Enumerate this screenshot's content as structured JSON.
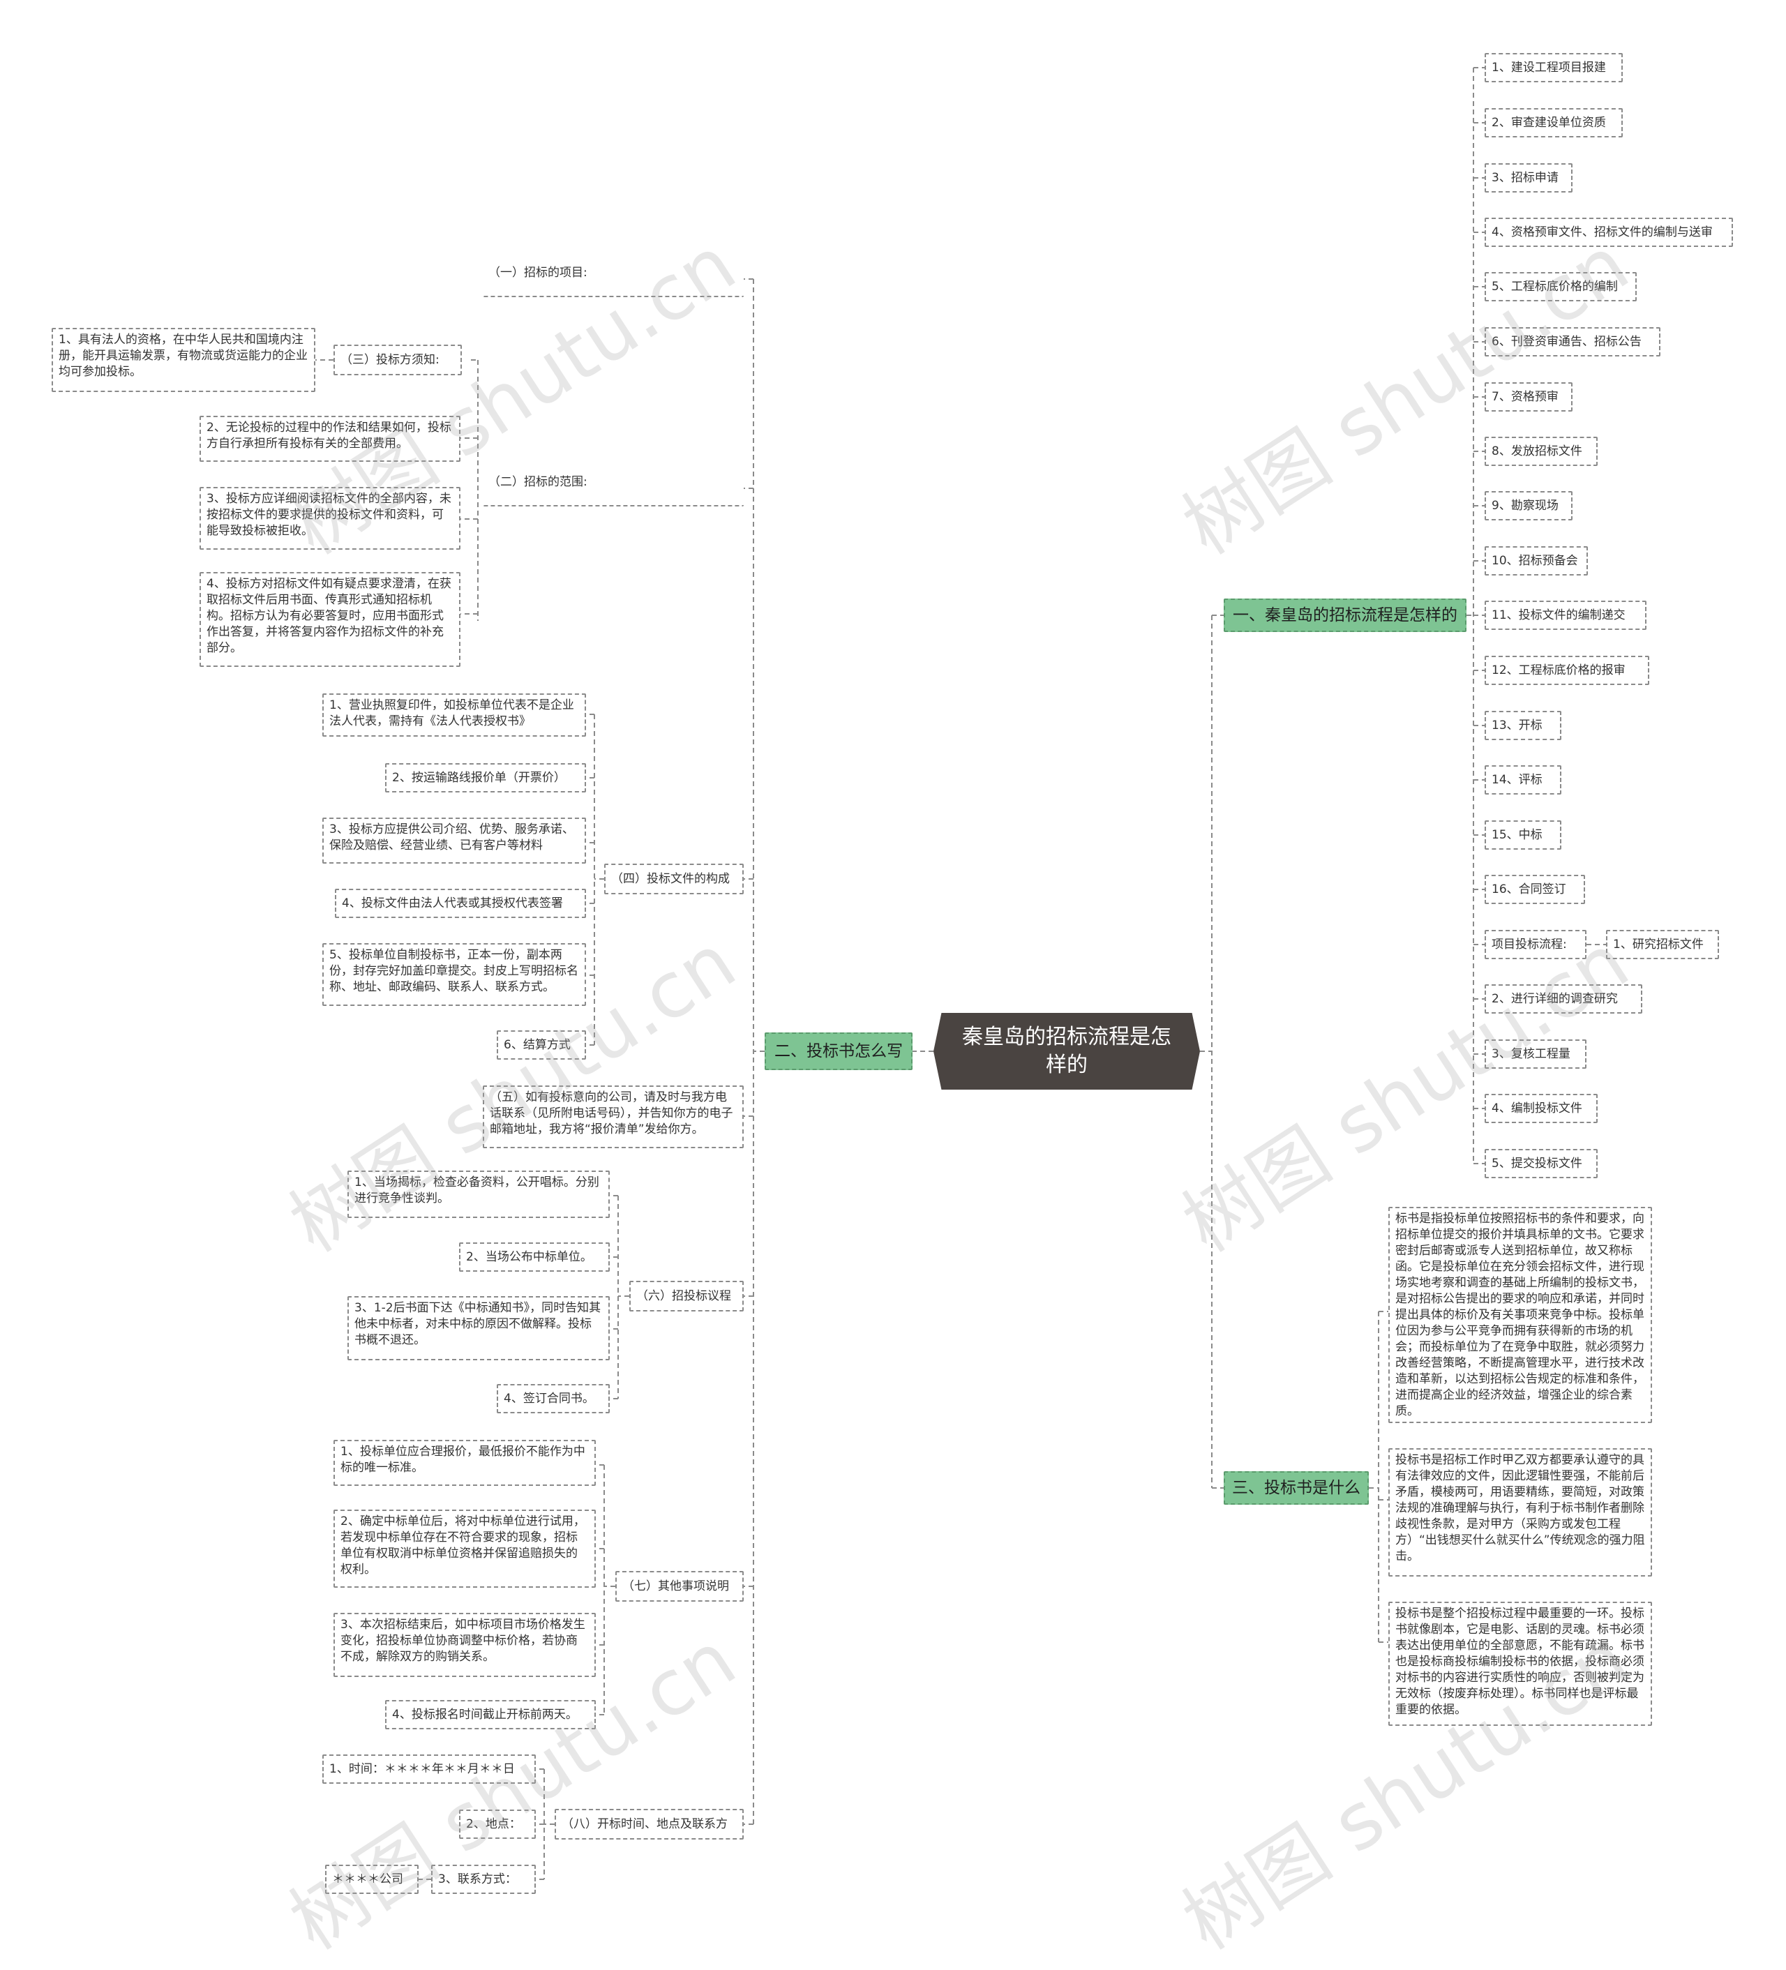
{
  "watermark": "树图 shutu.cn",
  "colors": {
    "root_bg": "#4a4441",
    "branch_bg": "#7ec493",
    "line": "#8a8a8a"
  },
  "root": "秦皇岛的招标流程是怎样的",
  "branches": {
    "b1": "一、秦皇岛的招标流程是怎样的",
    "b2": "二、投标书怎么写",
    "b3": "三、投标书是什么"
  },
  "b1_items": [
    "1、建设工程项目报建",
    "2、审查建设单位资质",
    "3、招标申请",
    "4、资格预审文件、招标文件的编制与送审",
    "5、工程标底价格的编制",
    "6、刊登资审通告、招标公告",
    "7、资格预审",
    "8、发放招标文件",
    "9、勘察现场",
    "10、招标预备会",
    "11、投标文件的编制递交",
    "12、工程标底价格的报审",
    "13、开标",
    "14、评标",
    "15、中标",
    "16、合同签订",
    "项目投标流程:",
    "2、进行详细的调查研究",
    "3、复核工程量",
    "4、编制投标文件",
    "5、提交投标文件"
  ],
  "b1_sub": "1、研究招标文件",
  "b3_items": [
    "标书是指投标单位按照招标书的条件和要求，向招标单位提交的报价并填具标单的文书。它要求密封后邮寄或派专人送到招标单位，故又称标函。它是投标单位在充分领会招标文件，进行现场实地考察和调查的基础上所编制的投标文书，是对招标公告提出的要求的响应和承诺，并同时提出具体的标价及有关事项来竞争中标。投标单位因为参与公平竞争而拥有获得新的市场的机会；而投标单位为了在竞争中取胜，就必须努力改善经营策略，不断提高管理水平，进行技术改造和革新，以达到招标公告规定的标准和条件，进而提高企业的经济效益，增强企业的综合素质。",
    "投标书是招标工作时甲乙双方都要承认遵守的具有法律效应的文件，因此逻辑性要强，不能前后矛盾，模棱两可，用语要精练，要简短，对政策法规的准确理解与执行，有利于标书制作者删除歧视性条款，是对甲方（采购方或发包工程方）“出钱想买什么就买什么”传统观念的强力阻击。",
    "投标书是整个招投标过程中最重要的一环。投标书就像剧本，它是电影、话剧的灵魂。标书必须表达出使用单位的全部意愿，不能有疏漏。标书也是投标商投标编制投标书的依据，投标商必须对标书的内容进行实质性的响应，否则被判定为无效标（按废弃标处理）。标书同样也是评标最重要的依据。"
  ],
  "b2": {
    "s1": "（一）招标的项目:",
    "s2": "（二）招标的范围:",
    "s3": "（三）投标方须知:",
    "s3_items": [
      "1、具有法人的资格，在中华人民共和国境内注册，能开具运输发票，有物流或货运能力的企业均可参加投标。",
      "2、无论投标的过程中的作法和结果如何，投标方自行承担所有投标有关的全部费用。",
      "3、投标方应详细阅读招标文件的全部内容，未按招标文件的要求提供的投标文件和资料，可能导致投标被拒收。",
      "4、投标方对招标文件如有疑点要求澄清，在获取招标文件后用书面、传真形式通知招标机构。招标方认为有必要答复时，应用书面形式作出答复，并将答复内容作为招标文件的补充部分。"
    ],
    "s4": "（四）投标文件的构成",
    "s4_items": [
      "1、营业执照复印件，如投标单位代表不是企业法人代表，需持有《法人代表授权书》",
      "2、按运输路线报价单（开票价）",
      "3、投标方应提供公司介绍、优势、服务承诺、保险及赔偿、经营业绩、已有客户等材料",
      "4、投标文件由法人代表或其授权代表签署",
      "5、投标单位自制投标书，正本一份，副本两份，封存完好加盖印章提交。封皮上写明招标名称、地址、邮政编码、联系人、联系方式。",
      "6、结算方式"
    ],
    "s5": "（五）如有投标意向的公司，请及时与我方电话联系（见所附电话号码），并告知你方的电子邮箱地址，我方将“报价清单”发给你方。",
    "s6": "（六）招投标议程",
    "s6_items": [
      "1、当场揭标，检查必备资料，公开唱标。分别进行竞争性谈判。",
      "2、当场公布中标单位。",
      "3、1-2后书面下达《中标通知书》，同时告知其他未中标者，对未中标的原因不做解释。投标书概不退还。",
      "4、签订合同书。"
    ],
    "s7": "（七）其他事项说明",
    "s7_items": [
      "1、投标单位应合理报价，最低报价不能作为中标的唯一标准。",
      "2、确定中标单位后，将对中标单位进行试用，若发现中标单位存在不符合要求的现象，招标单位有权取消中标单位资格并保留追赔损失的权利。",
      "3、本次招标结束后，如中标项目市场价格发生变化，招投标单位协商调整中标价格，若协商不成，解除双方的购销关系。",
      "4、投标报名时间截止开标前两天。"
    ],
    "s8": "（八）开标时间、地点及联系方",
    "s8_items": [
      "1、时间：＊＊＊＊年＊＊月＊＊日",
      "2、地点：",
      "3、联系方式："
    ],
    "s8_sub": "＊＊＊＊公司"
  }
}
